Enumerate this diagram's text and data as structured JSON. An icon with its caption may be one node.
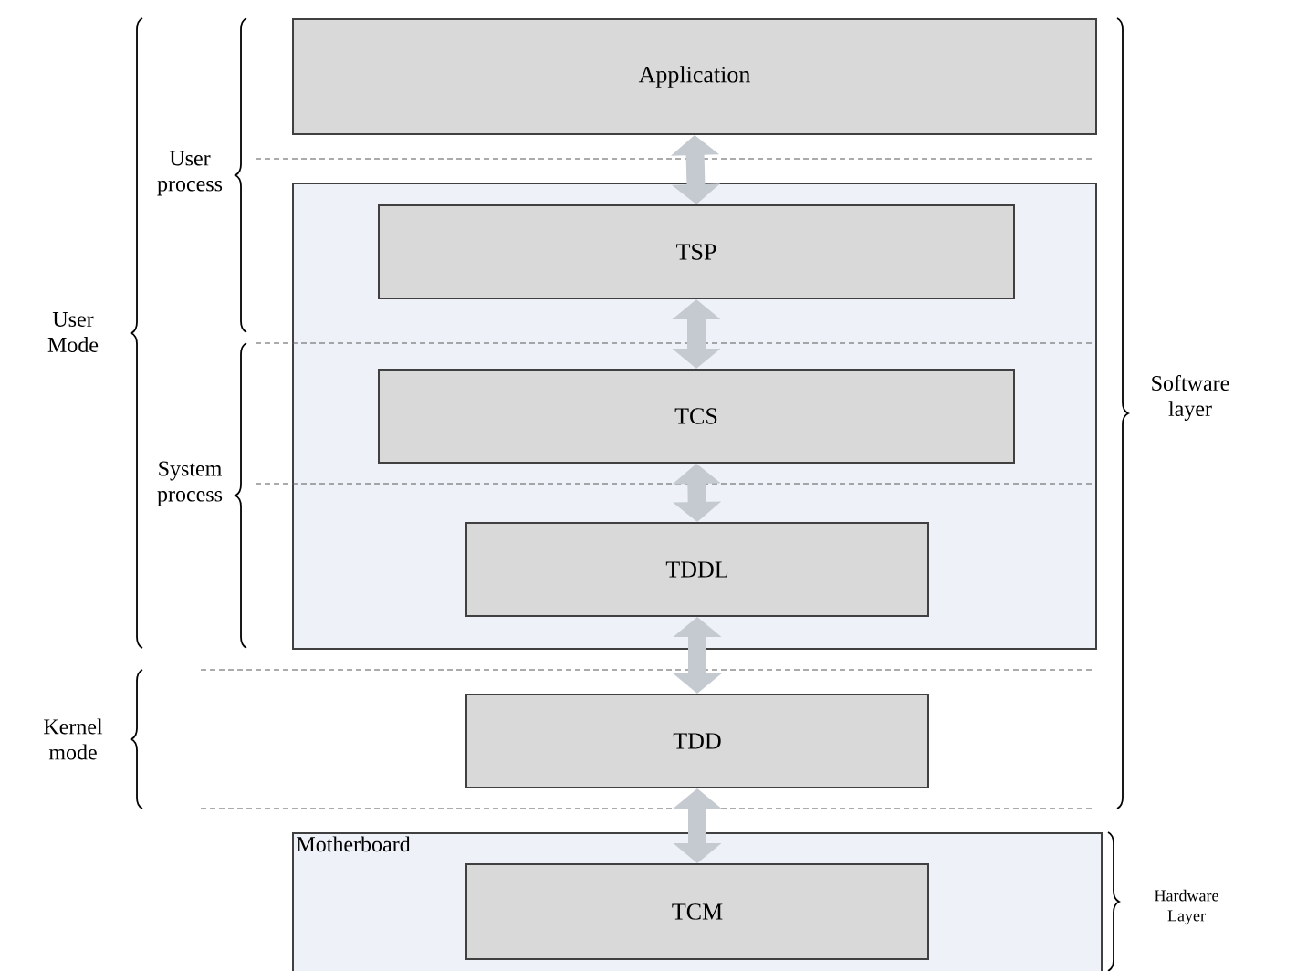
{
  "diagram": {
    "nodes": [
      {
        "text": [
          "Application"
        ]
      },
      {
        "text": [],
        "shape": "box"
      },
      {
        "text": [
          "TSP"
        ],
        "in": 1
      },
      {
        "text": [
          "TCS"
        ],
        "in": 1
      },
      {
        "text": [
          "TDDL"
        ],
        "in": 1
      },
      {
        "text": [
          "TDD"
        ]
      },
      {
        "text": [
          "Motherboard"
        ]
      },
      {
        "text": [
          "TCM"
        ],
        "in": 6
      }
    ],
    "edges": [
      {
        "from": 0,
        "to": 2,
        "arrow": "both"
      },
      {
        "from": 2,
        "to": 3,
        "arrow": "both"
      },
      {
        "from": 3,
        "to": 4,
        "arrow": "both"
      },
      {
        "from": 4,
        "to": 5,
        "arrow": "both"
      },
      {
        "from": 5,
        "to": 7,
        "arrow": "both"
      }
    ],
    "labels": [
      "User process",
      "User Mode",
      "System process",
      "Kernel mode",
      "Software layer",
      "Hardware Layer"
    ]
  }
}
